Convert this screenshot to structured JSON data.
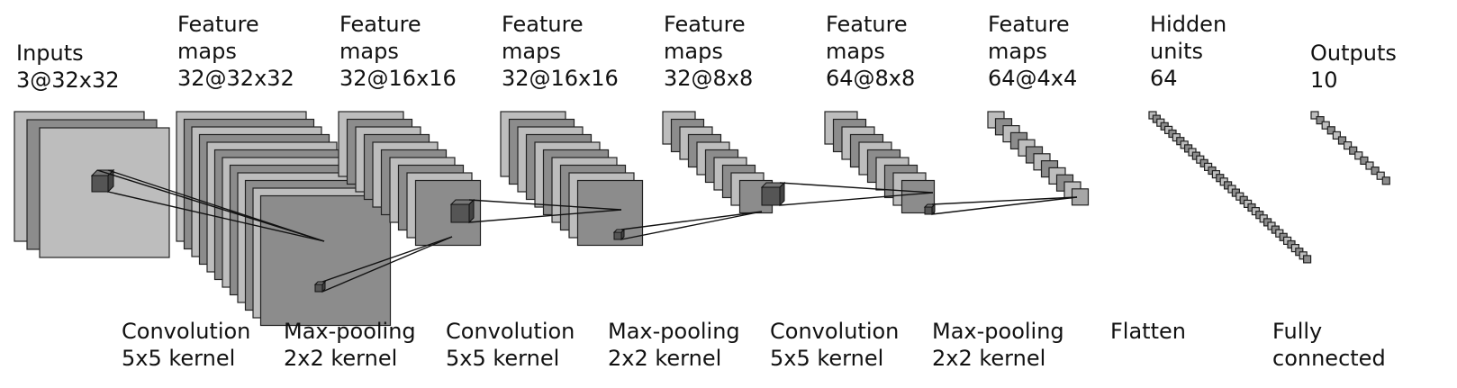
{
  "colors": {
    "background": "#ffffff",
    "light_map": "#bdbdbd",
    "dark_map": "#8c8c8c",
    "mid_map": "#a6a6a6",
    "kernel": "#555555",
    "outline": "#222222"
  },
  "layers": [
    {
      "name": "inputs",
      "lines": [
        "Inputs",
        "3@32x32"
      ]
    },
    {
      "name": "conv1-maps",
      "lines": [
        "Feature",
        "maps",
        "32@32x32"
      ]
    },
    {
      "name": "pool1-maps",
      "lines": [
        "Feature",
        "maps",
        "32@16x16"
      ]
    },
    {
      "name": "conv2-maps",
      "lines": [
        "Feature",
        "maps",
        "32@16x16"
      ]
    },
    {
      "name": "pool2-maps",
      "lines": [
        "Feature",
        "maps",
        "32@8x8"
      ]
    },
    {
      "name": "conv3-maps",
      "lines": [
        "Feature",
        "maps",
        "64@8x8"
      ]
    },
    {
      "name": "pool3-maps",
      "lines": [
        "Feature",
        "maps",
        "64@4x4"
      ]
    },
    {
      "name": "hidden-units",
      "lines": [
        "Hidden",
        "units",
        "64"
      ]
    },
    {
      "name": "outputs",
      "lines": [
        "Outputs",
        "10"
      ]
    }
  ],
  "operations": [
    {
      "name": "conv1",
      "lines": [
        "Convolution",
        "5x5 kernel"
      ]
    },
    {
      "name": "pool1",
      "lines": [
        "Max-pooling",
        "2x2 kernel"
      ]
    },
    {
      "name": "conv2",
      "lines": [
        "Convolution",
        "5x5 kernel"
      ]
    },
    {
      "name": "pool2",
      "lines": [
        "Max-pooling",
        "2x2 kernel"
      ]
    },
    {
      "name": "conv3",
      "lines": [
        "Convolution",
        "5x5 kernel"
      ]
    },
    {
      "name": "pool3",
      "lines": [
        "Max-pooling",
        "2x2 kernel"
      ]
    },
    {
      "name": "flatten",
      "lines": [
        "Flatten"
      ]
    },
    {
      "name": "fully-connected",
      "lines": [
        "Fully",
        "connected"
      ]
    }
  ]
}
